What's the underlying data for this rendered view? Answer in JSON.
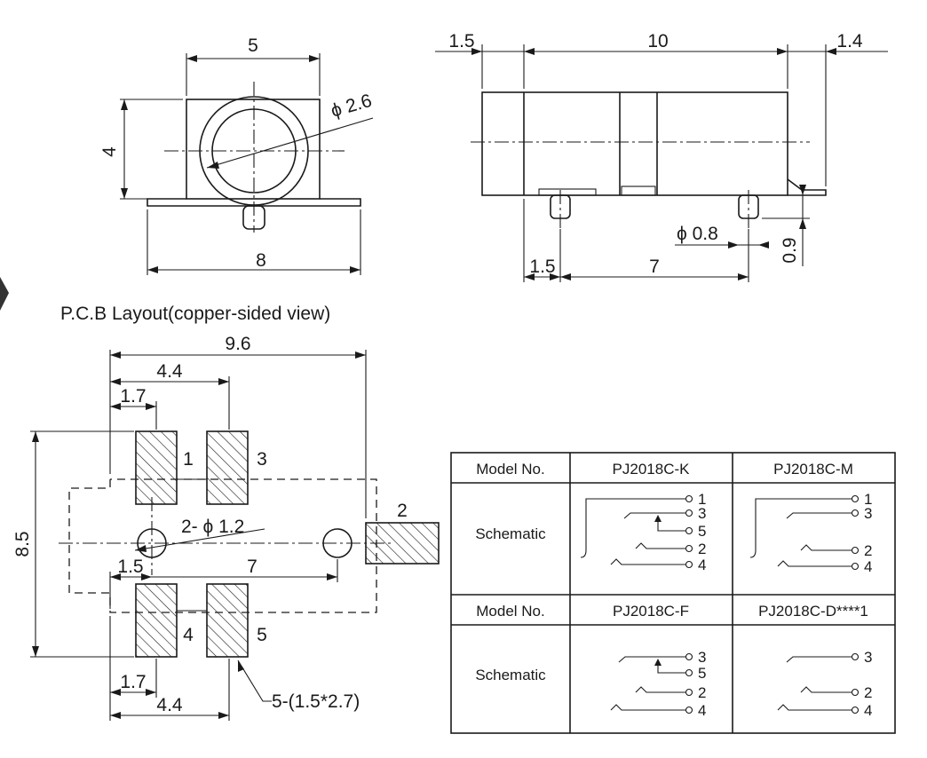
{
  "front_view": {
    "dim_width": "5",
    "dim_height": "4",
    "dim_diameter": "ϕ 2.6",
    "dim_base": "8"
  },
  "side_view": {
    "dim_left": "1.5",
    "dim_length": "10",
    "dim_right": "1.4",
    "dim_pin_diameter": "ϕ 0.8",
    "dim_pin_height": "0.9",
    "dim_pin_offset": "1.5",
    "dim_pin_spacing": "7"
  },
  "pcb_layout": {
    "title": "P.C.B Layout(copper-sided view)",
    "dim_total_width": "9.6",
    "dim_top_pad_span": "4.4",
    "dim_top_pad_offset": "1.7",
    "dim_height": "8.5",
    "dim_holes": "2- ϕ 1.2",
    "dim_hole_offset": "1.5",
    "dim_hole_spacing": "7",
    "dim_bottom_pad_offset": "1.7",
    "dim_bottom_pad_span": "4.4",
    "pad_note": "5-(1.5*2.7)",
    "pad_labels": [
      "1",
      "3",
      "2",
      "4",
      "5"
    ]
  },
  "table": {
    "rows": [
      {
        "header": "Model No.",
        "col1": "PJ2018C-K",
        "col2": "PJ2018C-M"
      },
      {
        "header": "Schematic",
        "col1_pins": [
          "1",
          "3",
          "5",
          "2",
          "4"
        ],
        "col2_pins": [
          "1",
          "3",
          "2",
          "4"
        ]
      },
      {
        "header": "Model No.",
        "col1": "PJ2018C-F",
        "col2": "PJ2018C-D****1"
      },
      {
        "header": "Schematic",
        "col1_pins": [
          "3",
          "5",
          "2",
          "4"
        ],
        "col2_pins": [
          "3",
          "2",
          "4"
        ]
      }
    ]
  }
}
